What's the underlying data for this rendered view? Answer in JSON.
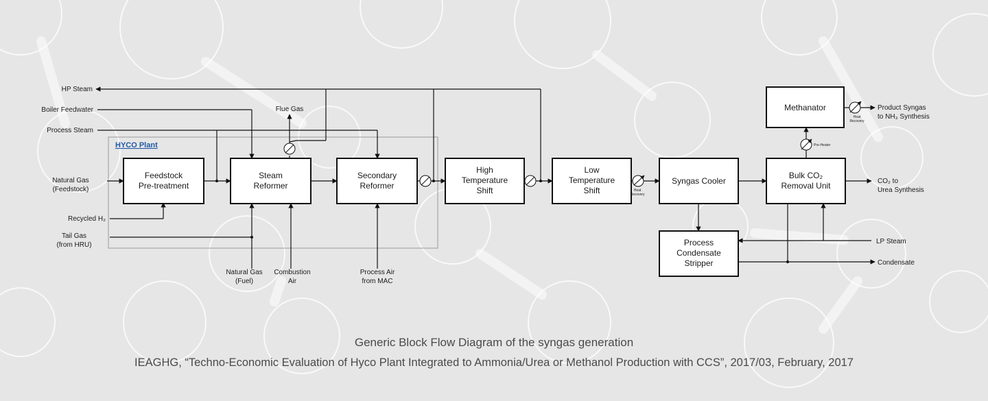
{
  "plant_label": "HYCO Plant",
  "blocks": {
    "feedstock": [
      "Feedstock",
      "Pre-treatment"
    ],
    "steam_reformer": [
      "Steam",
      "Reformer"
    ],
    "secondary_reformer": [
      "Secondary",
      "Reformer"
    ],
    "hts": [
      "High",
      "Temperature",
      "Shift"
    ],
    "lts": [
      "Low",
      "Temperature",
      "Shift"
    ],
    "syngas_cooler": [
      "Syngas Cooler"
    ],
    "bulk_co2": [
      "Bulk CO₂",
      "Removal Unit"
    ],
    "methanator": [
      "Methanator"
    ],
    "stripper": [
      "Process",
      "Condensate",
      "Stripper"
    ]
  },
  "streams": {
    "hp_steam": "HP Steam",
    "boiler_feedwater": "Boiler Feedwater",
    "process_steam": "Process Steam",
    "natural_gas_feed": [
      "Natural Gas",
      "(Feedstock)"
    ],
    "recycled_h2": "Recycled H₂",
    "tail_gas": [
      "Tail Gas",
      "(from HRU)"
    ],
    "flue_gas": "Flue Gas",
    "natural_gas_fuel": [
      "Natural Gas",
      "(Fuel)"
    ],
    "combustion_air": [
      "Combustion",
      "Air"
    ],
    "process_air": [
      "Process Air",
      "from MAC"
    ],
    "product_syngas": [
      "Product Syngas",
      "to NH₃ Synthesis"
    ],
    "co2_urea": [
      "CO₂ to",
      "Urea Synthesis"
    ],
    "lp_steam": "LP Steam",
    "condensate": "Condensate",
    "heat_recovery": [
      "Heat",
      "Recovery"
    ],
    "pre_heater": "Pre-Heater"
  },
  "caption": {
    "title": "Generic Block Flow Diagram of the syngas generation",
    "source": "IEAGHG, “Techno-Economic Evaluation of Hyco Plant Integrated to Ammonia/Urea or Methanol Production with CCS”, 2017/03, February, 2017"
  }
}
